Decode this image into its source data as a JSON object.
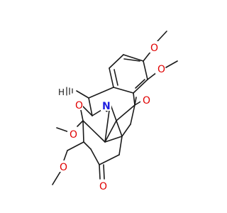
{
  "molecule": {
    "atoms": {
      "ome_top": "O",
      "ome_right": "O",
      "ketone_right": "O",
      "nitrogen": "N",
      "ring_oxygen": "O",
      "ome_left": "O",
      "ome_bottom_left": "O",
      "ketone_bottom": "O",
      "stereo_h": "H"
    },
    "colors": {
      "oxygen": "#e00000",
      "nitrogen": "#2020e0",
      "bond": "#1a1a1a"
    }
  }
}
